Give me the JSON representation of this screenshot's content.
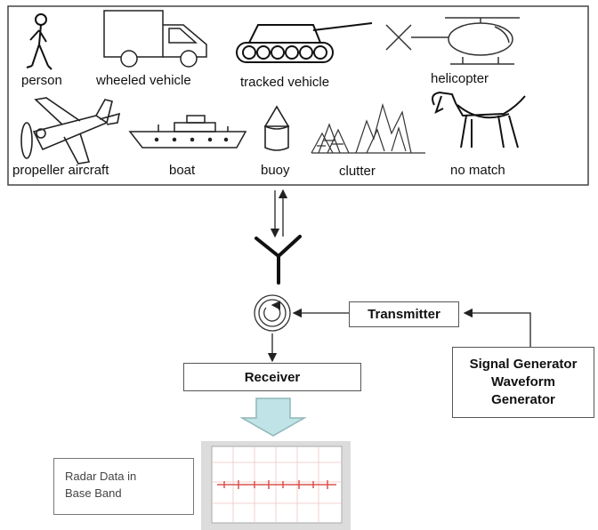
{
  "targets": {
    "person": "person",
    "wheeled_vehicle": "wheeled vehicle",
    "tracked_vehicle": "tracked vehicle",
    "helicopter": "helicopter",
    "propeller_aircraft": "propeller aircraft",
    "boat": "boat",
    "buoy": "buoy",
    "clutter": "clutter",
    "no_match": "no match"
  },
  "blocks": {
    "transmitter": "Transmitter",
    "receiver": "Receiver",
    "signal_generator": [
      "Signal Generator",
      "Waveform",
      "Generator"
    ],
    "radar_data": [
      "Radar Data in",
      "Base Band"
    ]
  },
  "colors": {
    "arrow_fill": "#bfe3e6",
    "signal_line": "#d9534f"
  }
}
